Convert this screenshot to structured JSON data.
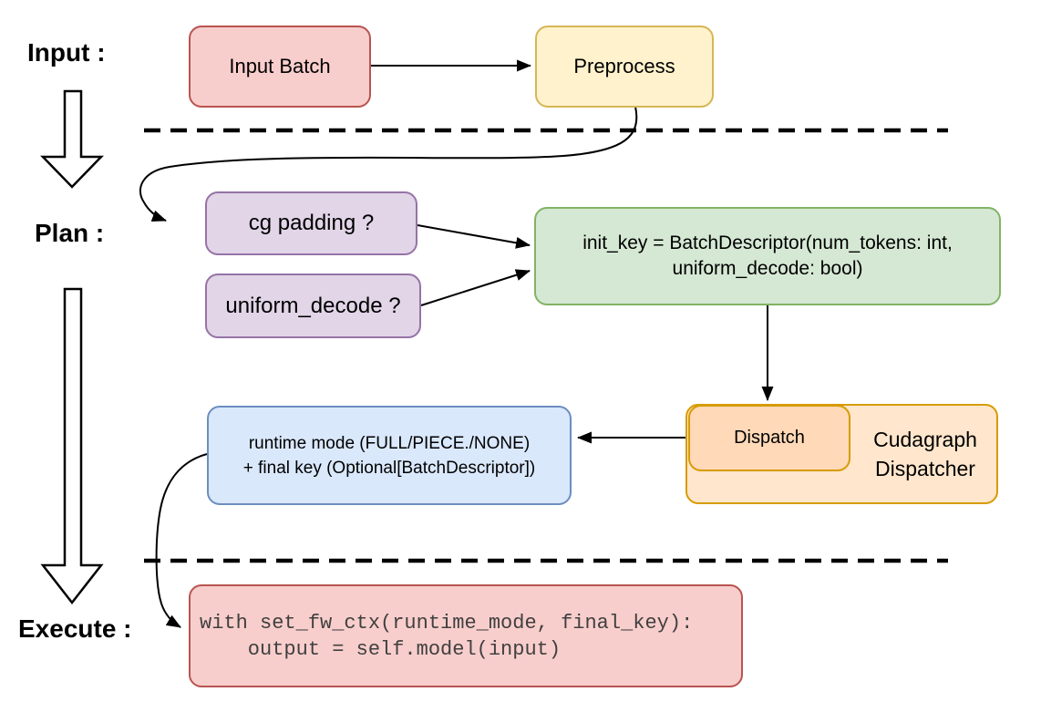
{
  "stages": {
    "input": "Input :",
    "plan": "Plan :",
    "execute": "Execute :"
  },
  "nodes": {
    "input_batch": {
      "label": "Input Batch"
    },
    "preprocess": {
      "label": "Preprocess"
    },
    "cg_padding": {
      "label": "cg padding ?"
    },
    "uniform_decode": {
      "label": "uniform_decode ?"
    },
    "init_key": {
      "line1": "init_key = BatchDescriptor(num_tokens: int,",
      "line2": "uniform_decode: bool)"
    },
    "dispatch": {
      "label": "Dispatch"
    },
    "cudagraph_dispatcher": {
      "line1": "Cudagraph",
      "line2": "Dispatcher"
    },
    "runtime_mode": {
      "line1": "runtime mode (FULL/PIECE./NONE)",
      "line2": "+ final key (Optional[BatchDescriptor])"
    },
    "execute_code": {
      "line1": "with set_fw_ctx(runtime_mode, final_key):",
      "line2": "    output = self.model(input)"
    }
  },
  "palette": {
    "red_fill": "#f8cecc",
    "red_border": "#b85450",
    "yellow_fill": "#fff2cc",
    "yellow_border": "#d6b656",
    "purple_fill": "#e1d5e7",
    "purple_border": "#9673a6",
    "green_fill": "#d5e8d4",
    "green_border": "#82b366",
    "orange_outer_fill": "#ffe6cc",
    "orange_inner_fill": "#ffd9b8",
    "orange_border": "#d79b00",
    "blue_fill": "#dae8fc",
    "blue_border": "#6c8ebf",
    "connector": "#000000",
    "code_text": "#404040"
  }
}
